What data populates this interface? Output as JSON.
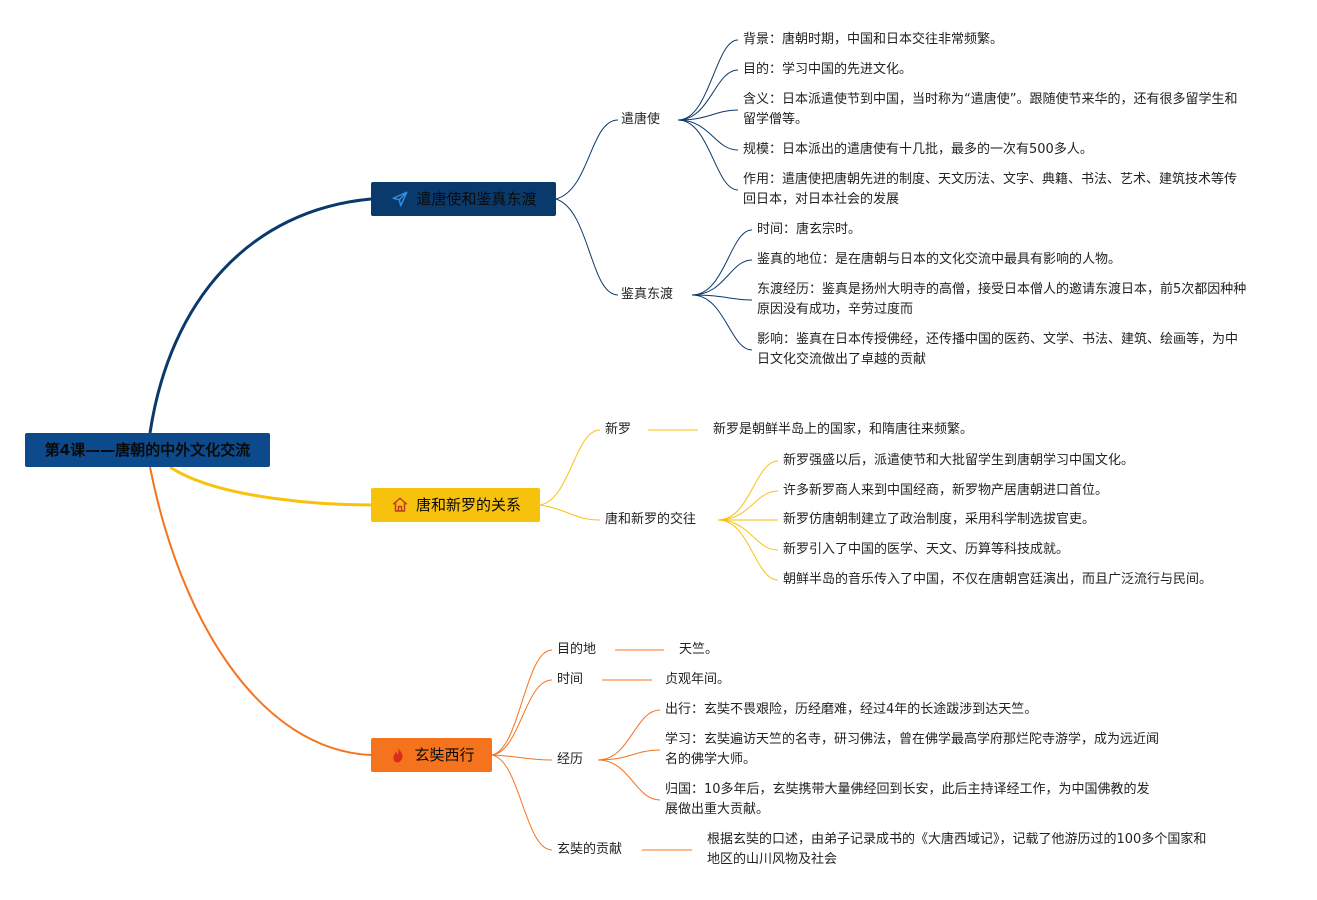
{
  "root": {
    "title": "第4课——唐朝的中外文化交流"
  },
  "branches": [
    {
      "label": "遣唐使和鉴真东渡",
      "icon": "paper-plane-icon",
      "color": "#0a3a6b",
      "subs": [
        {
          "label": "遣唐使",
          "items": [
            "背景：唐朝时期，中国和日本交往非常频繁。",
            "目的：学习中国的先进文化。",
            "含义：日本派遣使节到中国，当时称为“遣唐使”。跟随使节来华的，还有很多留学生和留学僧等。",
            "规模：日本派出的遣唐使有十几批，最多的一次有500多人。",
            "作用：遣唐使把唐朝先进的制度、天文历法、文字、典籍、书法、艺术、建筑技术等传回日本，对日本社会的发展"
          ]
        },
        {
          "label": "鉴真东渡",
          "items": [
            "时间：唐玄宗时。",
            "鉴真的地位：是在唐朝与日本的文化交流中最具有影响的人物。",
            "东渡经历：鉴真是扬州大明寺的高僧，接受日本僧人的邀请东渡日本，前5次都因种种原因没有成功，辛劳过度而",
            "影响：鉴真在日本传授佛经，还传播中国的医药、文学、书法、建筑、绘画等，为中日文化交流做出了卓越的贡献"
          ]
        }
      ]
    },
    {
      "label": "唐和新罗的关系",
      "icon": "house-icon",
      "color": "#f7c20e",
      "subs": [
        {
          "label": "新罗",
          "items": [
            "新罗是朝鲜半岛上的国家，和隋唐往来频繁。"
          ]
        },
        {
          "label": "唐和新罗的交往",
          "items": [
            "新罗强盛以后，派遣使节和大批留学生到唐朝学习中国文化。",
            "许多新罗商人来到中国经商，新罗物产居唐朝进口首位。",
            "新罗仿唐朝制建立了政治制度，采用科学制选拔官吏。",
            "新罗引入了中国的医学、天文、历算等科技成就。",
            "朝鲜半岛的音乐传入了中国，不仅在唐朝宫廷演出，而且广泛流行与民间。"
          ]
        }
      ]
    },
    {
      "label": "玄奘西行",
      "icon": "fire-icon",
      "color": "#f5731c",
      "subs": [
        {
          "label": "目的地",
          "items": [
            "天竺。"
          ]
        },
        {
          "label": "时间",
          "items": [
            "贞观年间。"
          ]
        },
        {
          "label": "经历",
          "items": [
            "出行：玄奘不畏艰险，历经磨难，经过4年的长途跋涉到达天竺。",
            "学习：玄奘遍访天竺的名寺，研习佛法，曾在佛学最高学府那烂陀寺游学，成为远近闻名的佛学大师。",
            "归国：10多年后，玄奘携带大量佛经回到长安，此后主持译经工作，为中国佛教的发展做出重大贡献。"
          ]
        },
        {
          "label": "玄奘的贡献",
          "items": [
            "根据玄奘的口述，由弟子记录成书的《大唐西域记》，记载了他游历过的100多个国家和地区的山川风物及社会"
          ]
        }
      ]
    }
  ]
}
